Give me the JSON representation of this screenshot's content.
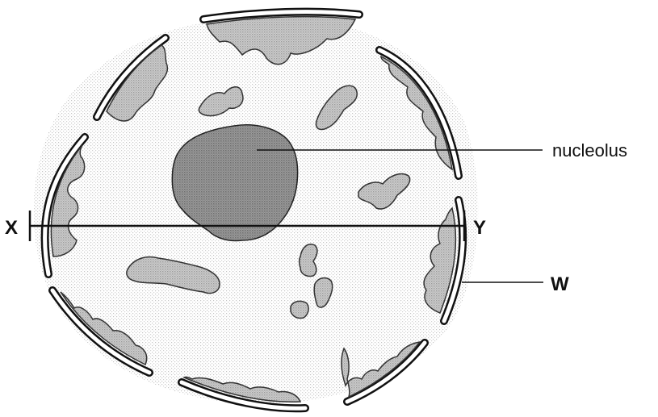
{
  "labels": {
    "nucleolus": "nucleolus",
    "x": "X",
    "y": "Y",
    "w": "W"
  },
  "colors": {
    "line": "#111111",
    "cytoplasm_dot": "#c2c2c2",
    "chromatin": "#b3b3b3",
    "nucleolus": "#8d8d8d",
    "envelope_fill": "#ffffff"
  }
}
